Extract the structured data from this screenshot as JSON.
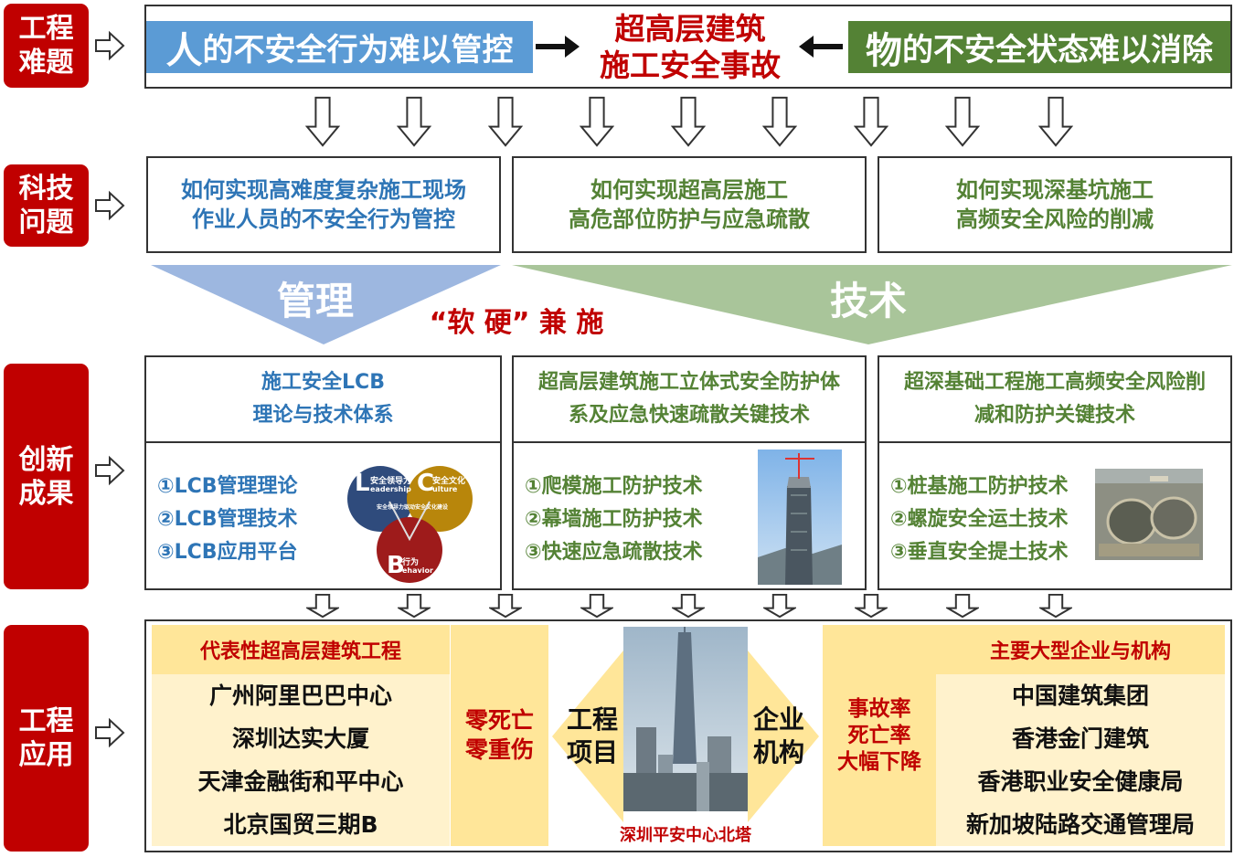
{
  "row_labels": {
    "problem": "工程\n难题",
    "science": "科技\n问题",
    "innovation": "创新\n成果",
    "application": "工程\n应用"
  },
  "top": {
    "left_banner": {
      "lead": "人",
      "rest": "的不安全行为难以管控"
    },
    "center_line1": "超高层建筑",
    "center_line2": "施工安全事故",
    "right_banner": {
      "lead": "物",
      "rest": "的不安全状态难以消除"
    }
  },
  "science": [
    {
      "line1": "如何实现高难度复杂施工现场",
      "line2": "作业人员的不安全行为管控"
    },
    {
      "line1": "如何实现超高层施工",
      "line2": "高危部位防护与应急疏散"
    },
    {
      "line1": "如何实现深基坑施工",
      "line2": "高频安全风险的削减"
    }
  ],
  "funnel": {
    "management": "管理",
    "technology": "技术",
    "soft_hard": "“软 硬” 兼 施"
  },
  "innovation": [
    {
      "title1": "施工安全LCB",
      "title2": "理论与技术体系",
      "items": [
        "①LCB管理理论",
        "②LCB管理技术",
        "③LCB应用平台"
      ],
      "venn": {
        "l_letter": "L",
        "l_text": "安全领导力",
        "l_sub": "eadership",
        "c_letter": "C",
        "c_text": "安全文化",
        "c_sub": "ulture",
        "b_letter": "B",
        "b_text": "行为",
        "b_sub": "ehavior",
        "center_text": "安全领导力驱动安全文化建设"
      }
    },
    {
      "title1": "超高层建筑施工立体式安全防护体",
      "title2": "系及应急快速疏散关键技术",
      "items": [
        "①爬模施工防护技术",
        "②幕墙施工防护技术",
        "③快速应急疏散技术"
      ]
    },
    {
      "title1": "超深基础工程施工高频安全风险削",
      "title2": "减和防护关键技术",
      "items": [
        "①桩基施工防护技术",
        "②螺旋安全运土技术",
        "③垂直安全提土技术"
      ]
    }
  ],
  "application": {
    "projects_header": "代表性超高层建筑工程",
    "projects": [
      "广州阿里巴巴中心",
      "深圳达实大厦",
      "天津金融街和平中心",
      "北京国贸三期B"
    ],
    "left_result": [
      "零死亡",
      "零重伤"
    ],
    "arrow_left": [
      "工程",
      "项目"
    ],
    "center_caption": "深圳平安中心北塔",
    "arrow_right": [
      "企业",
      "机构"
    ],
    "right_result": [
      "事故率",
      "死亡率",
      "大幅下降"
    ],
    "orgs_header": "主要大型企业与机构",
    "orgs": [
      "中国建筑集团",
      "香港金门建筑",
      "香港职业安全健康局",
      "新加坡陆路交通管理局"
    ]
  },
  "colors": {
    "label_red": "#c00000",
    "blue": "#5b9bd5",
    "blue_text": "#2e75b6",
    "green": "#548235",
    "funnel_green": "#a9c59a",
    "funnel_blue": "#9db7e0",
    "cream": "#fff2cc",
    "cream_dark": "#ffe699"
  }
}
